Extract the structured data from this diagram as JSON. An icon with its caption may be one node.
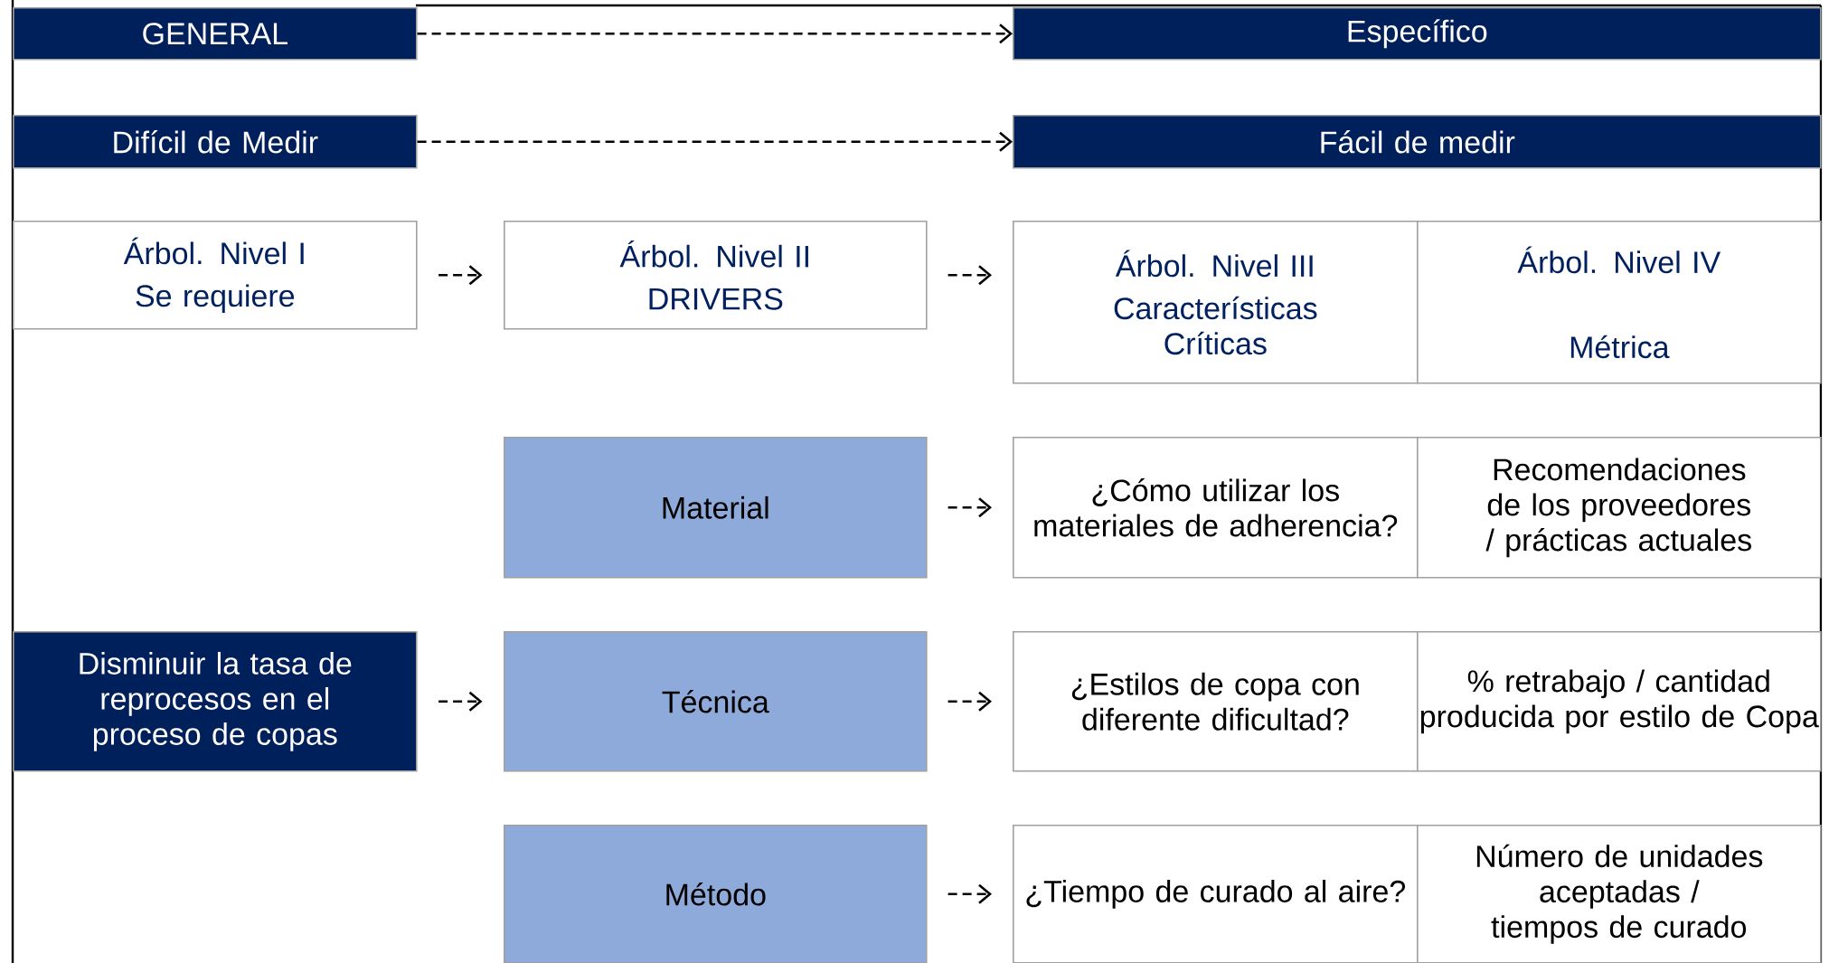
{
  "diagram": {
    "nodes": [
      {
        "text": [
          "GENERAL"
        ]
      },
      {
        "text": [
          "Específico"
        ]
      },
      {
        "text": [
          "Difícil de Medir"
        ]
      },
      {
        "text": [
          "Fácil de medir"
        ]
      },
      {
        "text": [
          "Árbol. Nivel I",
          "Se requiere"
        ]
      },
      {
        "text": [
          "Árbol. Nivel II",
          "DRIVERS"
        ]
      },
      {
        "text": [
          "Árbol. Nivel III",
          "Características Críticas"
        ]
      },
      {
        "text": [
          "Árbol. Nivel IV",
          "Métrica"
        ]
      },
      {
        "text": [
          "Material"
        ]
      },
      {
        "text": [
          "¿Cómo utilizar los materiales de adherencia?"
        ]
      },
      {
        "text": [
          "Recomendaciones de los proveedores / prácticas actuales"
        ]
      },
      {
        "text": [
          "Disminuir la tasa de reprocesos en el proceso de copas"
        ]
      },
      {
        "text": [
          "Técnica"
        ]
      },
      {
        "text": [
          "¿Estilos de copa con diferente dificultad?"
        ]
      },
      {
        "text": [
          "% retrabajo / cantidad producida por estilo de Copa"
        ]
      },
      {
        "text": [
          "Método"
        ]
      },
      {
        "text": [
          "¿Tiempo de curado al aire?"
        ]
      },
      {
        "text": [
          "Número de unidades aceptadas / tiempos de curado"
        ]
      }
    ],
    "edges": [
      {
        "from": 0,
        "to": 1,
        "arrow": "to"
      },
      {
        "from": 2,
        "to": 3,
        "arrow": "to"
      },
      {
        "from": 4,
        "to": 5,
        "arrow": "to"
      },
      {
        "from": 5,
        "to": 6,
        "arrow": "to"
      },
      {
        "from": 8,
        "to": 9,
        "arrow": "to"
      },
      {
        "from": 11,
        "to": 12,
        "arrow": "to"
      },
      {
        "from": 12,
        "to": 13,
        "arrow": "to"
      },
      {
        "from": 15,
        "to": 16,
        "arrow": "to"
      }
    ]
  }
}
